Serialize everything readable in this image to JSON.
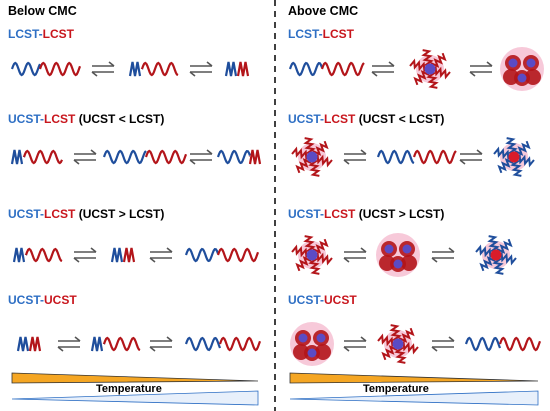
{
  "headers": {
    "left": "Below CMC",
    "right": "Above CMC"
  },
  "rows": [
    {
      "part1": "LCST",
      "sep": "-",
      "part2": "LCST",
      "cond": ""
    },
    {
      "part1": "UCST",
      "sep": "-",
      "part2": "LCST",
      "cond": " (UCST < LCST)"
    },
    {
      "part1": "UCST",
      "sep": "-",
      "part2": "LCST",
      "cond": " (UCST > LCST)"
    },
    {
      "part1": "UCST",
      "sep": "-",
      "part2": "UCST",
      "cond": ""
    }
  ],
  "temperature_label": "Temperature",
  "colors": {
    "blue_block": "#1f4e9c",
    "red_block": "#b3151a",
    "halo": "#f7c9d9",
    "core_blue": "#5b4bc4",
    "core_red": "#d91c2a",
    "triangle_fill": "#f5a623",
    "triangle_fill_right": "#e8f0fb",
    "arrow": "#555555"
  }
}
